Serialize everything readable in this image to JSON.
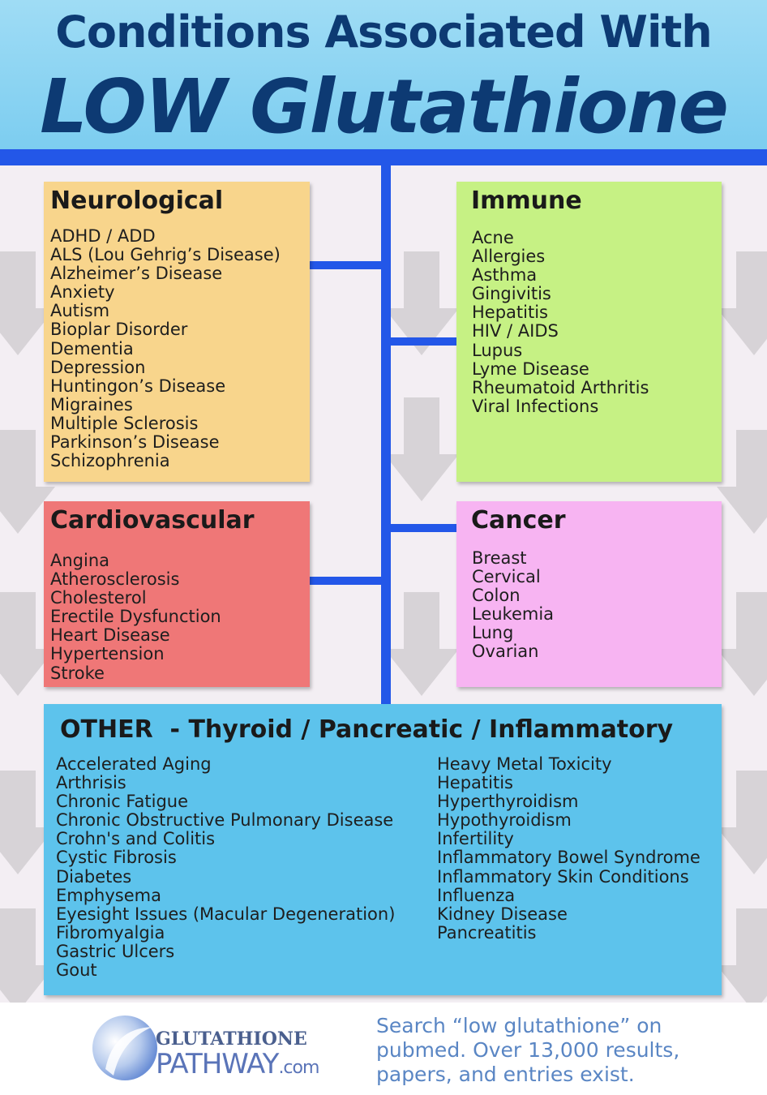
{
  "title": {
    "line1": "Conditions Associated With",
    "line2": "LOW Glutathione"
  },
  "colors": {
    "title": "#0d3a73",
    "connector": "#2357e8",
    "neurological": "#f8d58c",
    "immune": "#c6f184",
    "cardiovascular": "#ef7777",
    "cancer": "#f7b4f2",
    "other": "#5dc3ec"
  },
  "neurological": {
    "heading": "Neurological",
    "items": [
      "ADHD / ADD",
      "ALS (Lou Gehrig’s Disease)",
      "Alzheimer’s Disease",
      "Anxiety",
      "Autism",
      "Bioplar Disorder",
      "Dementia",
      "Depression",
      "Huntingon’s Disease",
      "Migraines",
      "Multiple Sclerosis",
      "Parkinson’s Disease",
      "Schizophrenia"
    ]
  },
  "immune": {
    "heading": "Immune",
    "items": [
      "Acne",
      "Allergies",
      "Asthma",
      "Gingivitis",
      "Hepatitis",
      "HIV / AIDS",
      "Lupus",
      "Lyme Disease",
      "Rheumatoid Arthritis",
      "Viral Infections"
    ]
  },
  "cardiovascular": {
    "heading": "Cardiovascular",
    "items": [
      "Angina",
      "Atherosclerosis",
      "Cholesterol",
      "Erectile Dysfunction",
      "Heart Disease",
      "Hypertension",
      "Stroke"
    ]
  },
  "cancer": {
    "heading": "Cancer",
    "items": [
      "Breast",
      "Cervical",
      "Colon",
      "Leukemia",
      "Lung",
      "Ovarian"
    ]
  },
  "other": {
    "heading": "OTHER  - Thyroid / Pancreatic / Inflammatory",
    "col1": [
      "Accelerated Aging",
      "Arthrisis",
      "Chronic Fatigue",
      "Chronic Obstructive Pulmonary Disease",
      "Crohn's and Colitis",
      "Cystic Fibrosis",
      "Diabetes",
      "Emphysema",
      "Eyesight Issues (Macular Degeneration)",
      "Fibromyalgia",
      "Gastric Ulcers",
      "Gout"
    ],
    "col2": [
      "Heavy Metal Toxicity",
      "Hepatitis",
      "Hyperthyroidism",
      "Hypothyroidism",
      "Infertility",
      "Inflammatory Bowel Syndrome",
      "Inflammatory Skin Conditions",
      "Influenza",
      "Kidney Disease",
      "Pancreatitis"
    ]
  },
  "footer": {
    "logo_top": "GLUTATHIONE",
    "logo_bottom": "PATHWAY",
    "logo_suffix": ".com",
    "text": "Search “low glutathione” on pubmed. Over 13,000 results, papers, and entries exist."
  }
}
